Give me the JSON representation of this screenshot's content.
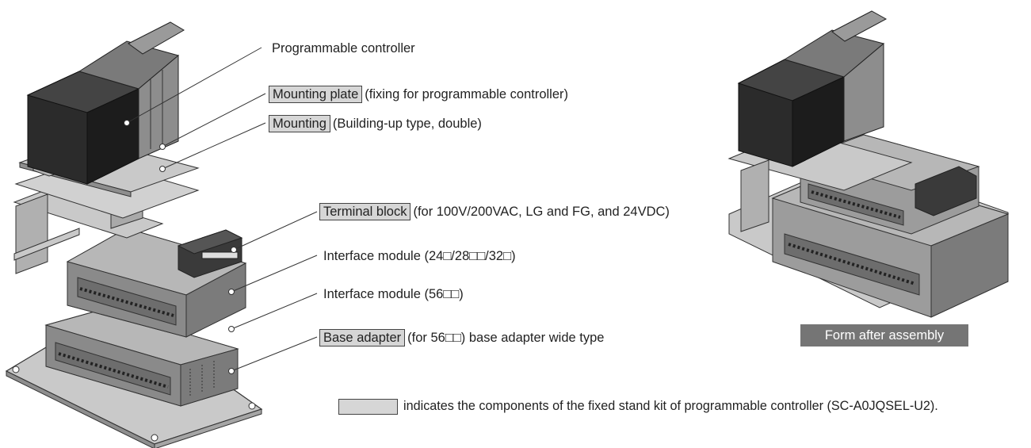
{
  "labels": {
    "programmable_controller": "Programmable controller",
    "mounting_plate_box": "Mounting plate",
    "mounting_plate_desc": "(fixing for programmable controller)",
    "mounting_box": "Mounting",
    "mounting_desc": "(Building-up type, double)",
    "terminal_block_box": "Terminal block",
    "terminal_block_desc": "(for 100V/200VAC, LG and FG, and 24VDC)",
    "interface_module_1": "Interface module (24□/28□□/32□)",
    "interface_module_2": "Interface module (56□□)",
    "base_adapter_box": "Base adapter",
    "base_adapter_desc": "(for 56□□) base adapter wide type"
  },
  "caption": "Form after assembly",
  "legend": {
    "text": "indicates the components of the fixed stand kit of programmable controller (SC-A0JQSEL-U2)."
  },
  "colors": {
    "component_highlight": "#d6d6d6",
    "caption_bg": "#757575",
    "controller_dark": "#2b2b2b",
    "metal_light": "#c9c9c9",
    "metal_mid": "#a9a9a9",
    "module_body": "#9c9c9c"
  }
}
